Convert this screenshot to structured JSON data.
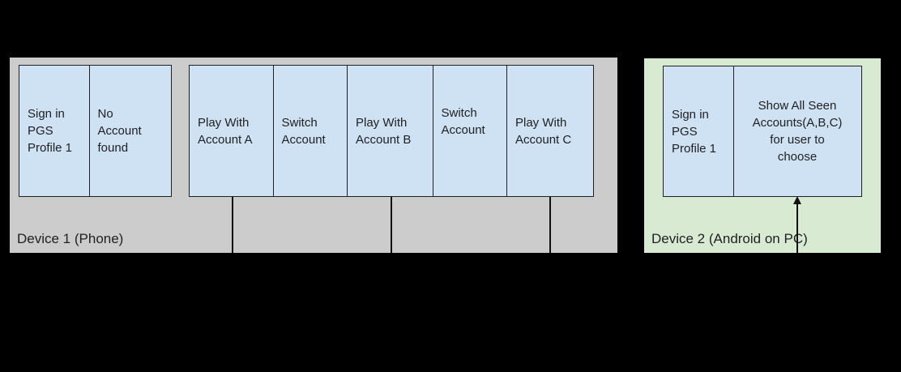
{
  "diagram": {
    "title": "",
    "device1": {
      "label": "Device 1 (Phone)",
      "signin_box": "Sign in\nPGS\nProfile 1",
      "no_account_box": "No\nAccount\nfound",
      "play_a_box": "Play With\nAccount A",
      "switch_1_box": "Switch\nAccount",
      "play_b_box": "Play With\nAccount B",
      "switch_2_box": "Switch\nAccount",
      "play_c_box": "Play With\nAccount C"
    },
    "device2": {
      "label": "Device 2 (Android on PC)",
      "signin_box": "Sign in\nPGS\nProfile 1",
      "show_accounts_box": "Show All Seen\nAccounts(A,B,C)\nfor user to\nchoose"
    },
    "connectors": {
      "device1_drop_lines": 3,
      "device2_arrow_direction": "up"
    },
    "colors": {
      "canvas_background": "#000000",
      "device1_fill": "#cccccc",
      "device2_fill": "#d9ead3",
      "box_fill": "#cfe2f3",
      "box_border": "#202124",
      "text": "#202124",
      "connector": "#111111"
    }
  }
}
